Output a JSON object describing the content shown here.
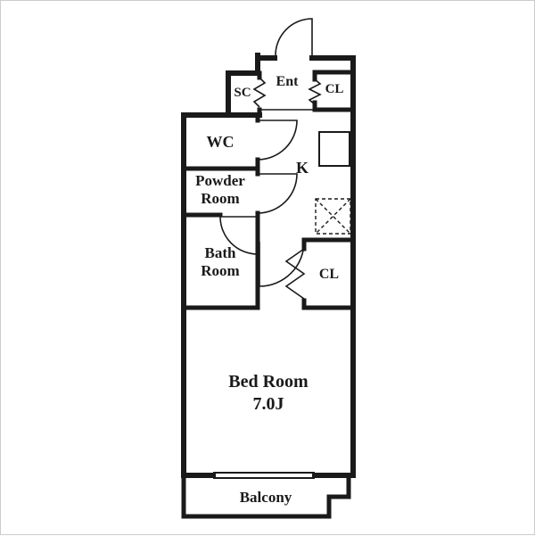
{
  "floorplan": {
    "colors": {
      "wall": "#1a1a1a",
      "background": "#ffffff"
    },
    "rooms": {
      "entrance": {
        "label": "Ent"
      },
      "shoe_closet": {
        "label": "SC"
      },
      "closet_upper": {
        "label": "CL"
      },
      "wc": {
        "label": "WC"
      },
      "powder_room": {
        "line1": "Powder",
        "line2": "Room"
      },
      "bath_room": {
        "line1": "Bath",
        "line2": "Room"
      },
      "kitchen": {
        "label": "K"
      },
      "closet_bedroom": {
        "label": "CL"
      },
      "bedroom": {
        "line1": "Bed Room",
        "line2": "7.0J"
      },
      "balcony": {
        "label": "Balcony"
      }
    }
  }
}
